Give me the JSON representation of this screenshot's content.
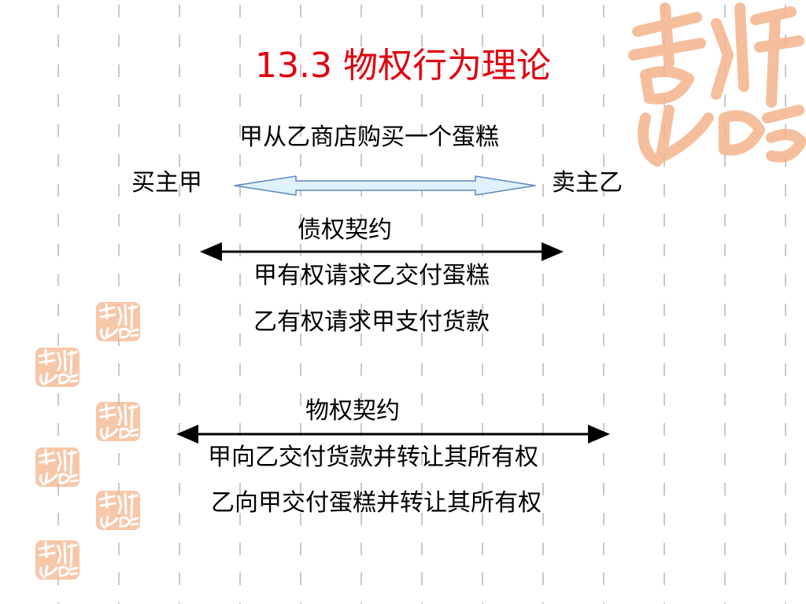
{
  "slide": {
    "title": "13.3 物权行为理论",
    "subtitle": "甲从乙商店购买一个蛋糕",
    "buyer": "买主甲",
    "seller": "卖主乙",
    "claims": {
      "heading": "债权契约",
      "line1": "甲有权请求乙交付蛋糕",
      "line2": "乙有权请求甲支付货款"
    },
    "property": {
      "heading": "物权契约",
      "line1": "甲向乙交付货款并转让其所有权",
      "line2": "乙向甲交付蛋糕并转让其所有权"
    }
  },
  "decor": {
    "stamp_text": "吉祥如意",
    "stamp_color": "#f4b48c",
    "dash_color": "#c8c8c8",
    "title_color": "#e0000f",
    "arrow_fill": "#dff2fb",
    "arrow_stroke": "#5b86c4"
  }
}
